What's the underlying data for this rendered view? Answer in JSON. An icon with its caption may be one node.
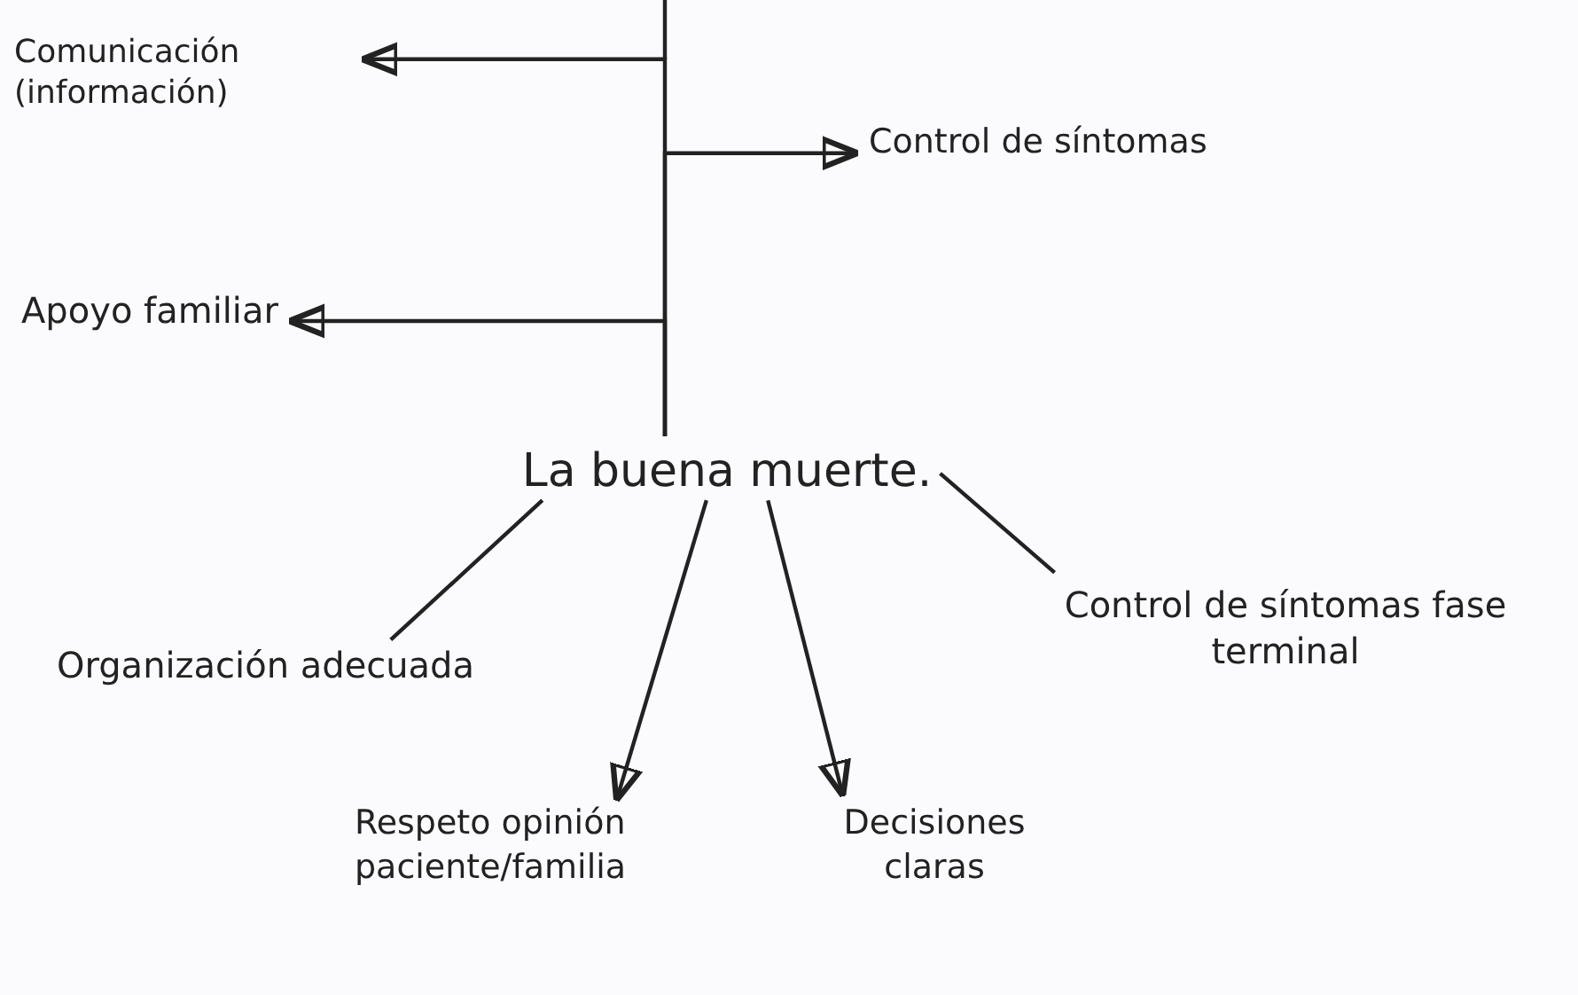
{
  "diagram": {
    "nodes": [
      {
        "text": [
          "Comunicación (información)"
        ]
      },
      {
        "text": [
          "Control de síntomas"
        ]
      },
      {
        "text": [
          "Apoyo familiar"
        ]
      },
      {
        "text": [
          "La buena muerte."
        ]
      },
      {
        "text": [
          "Organización adecuada"
        ]
      },
      {
        "text": [
          "Respeto opinión paciente/familia"
        ]
      },
      {
        "text": [
          "Decisiones claras"
        ]
      },
      {
        "text": [
          "Control de síntomas fase terminal"
        ]
      }
    ],
    "edges": [
      {
        "from": 3,
        "to": 0,
        "arrow": "to"
      },
      {
        "from": 3,
        "to": 1,
        "arrow": "to"
      },
      {
        "from": 3,
        "to": 2,
        "arrow": "to"
      },
      {
        "from": 3,
        "to": 4,
        "arrow": "none"
      },
      {
        "from": 3,
        "to": 5,
        "arrow": "to"
      },
      {
        "from": 3,
        "to": 6,
        "arrow": "to"
      },
      {
        "from": 3,
        "to": 7,
        "arrow": "none"
      }
    ]
  }
}
